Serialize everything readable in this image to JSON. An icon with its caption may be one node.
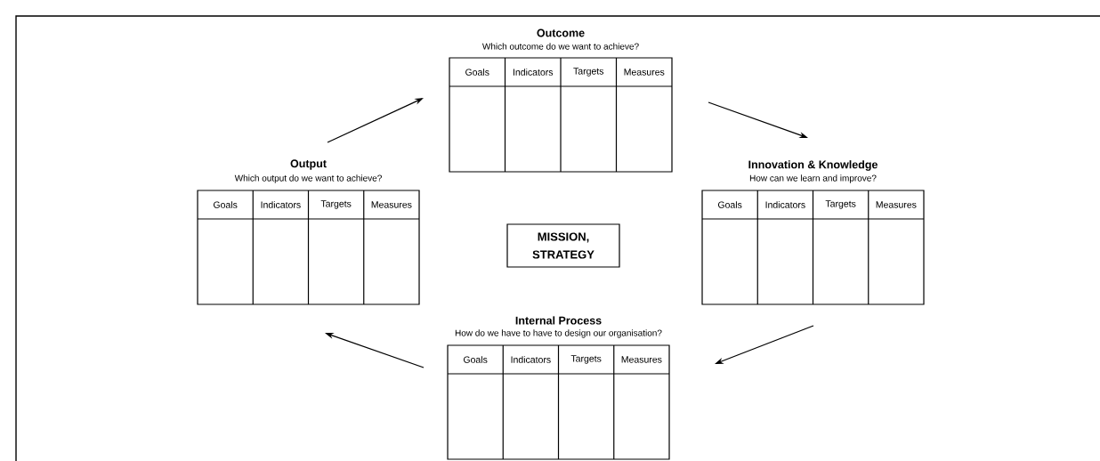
{
  "diagram": {
    "nodes": [
      {
        "text": [
          "Outcome",
          "Which outcome do we want to achieve?",
          "Goals",
          "Indicators",
          "Targets",
          "Measures"
        ]
      },
      {
        "text": [
          "Output",
          "Which output do we want to achieve?",
          "Goals",
          "Indicators",
          "Targets",
          "Measures"
        ]
      },
      {
        "text": [
          "Innovation & Knowledge",
          "How can we learn and improve?",
          "Goals",
          "Indicators",
          "Targets",
          "Measures"
        ]
      },
      {
        "text": [
          "MISSION, STRATEGY"
        ]
      },
      {
        "text": [
          "Internal Process",
          "How do we have to have to design our organisation?",
          "Goals",
          "Indicators",
          "Targets",
          "Measures"
        ]
      }
    ],
    "edges": [
      {
        "from": 1,
        "to": 0,
        "arrow": "to"
      },
      {
        "from": 0,
        "to": 2,
        "arrow": "to"
      },
      {
        "from": 2,
        "to": 4,
        "arrow": "to"
      },
      {
        "from": 4,
        "to": 1,
        "arrow": "to"
      }
    ]
  }
}
